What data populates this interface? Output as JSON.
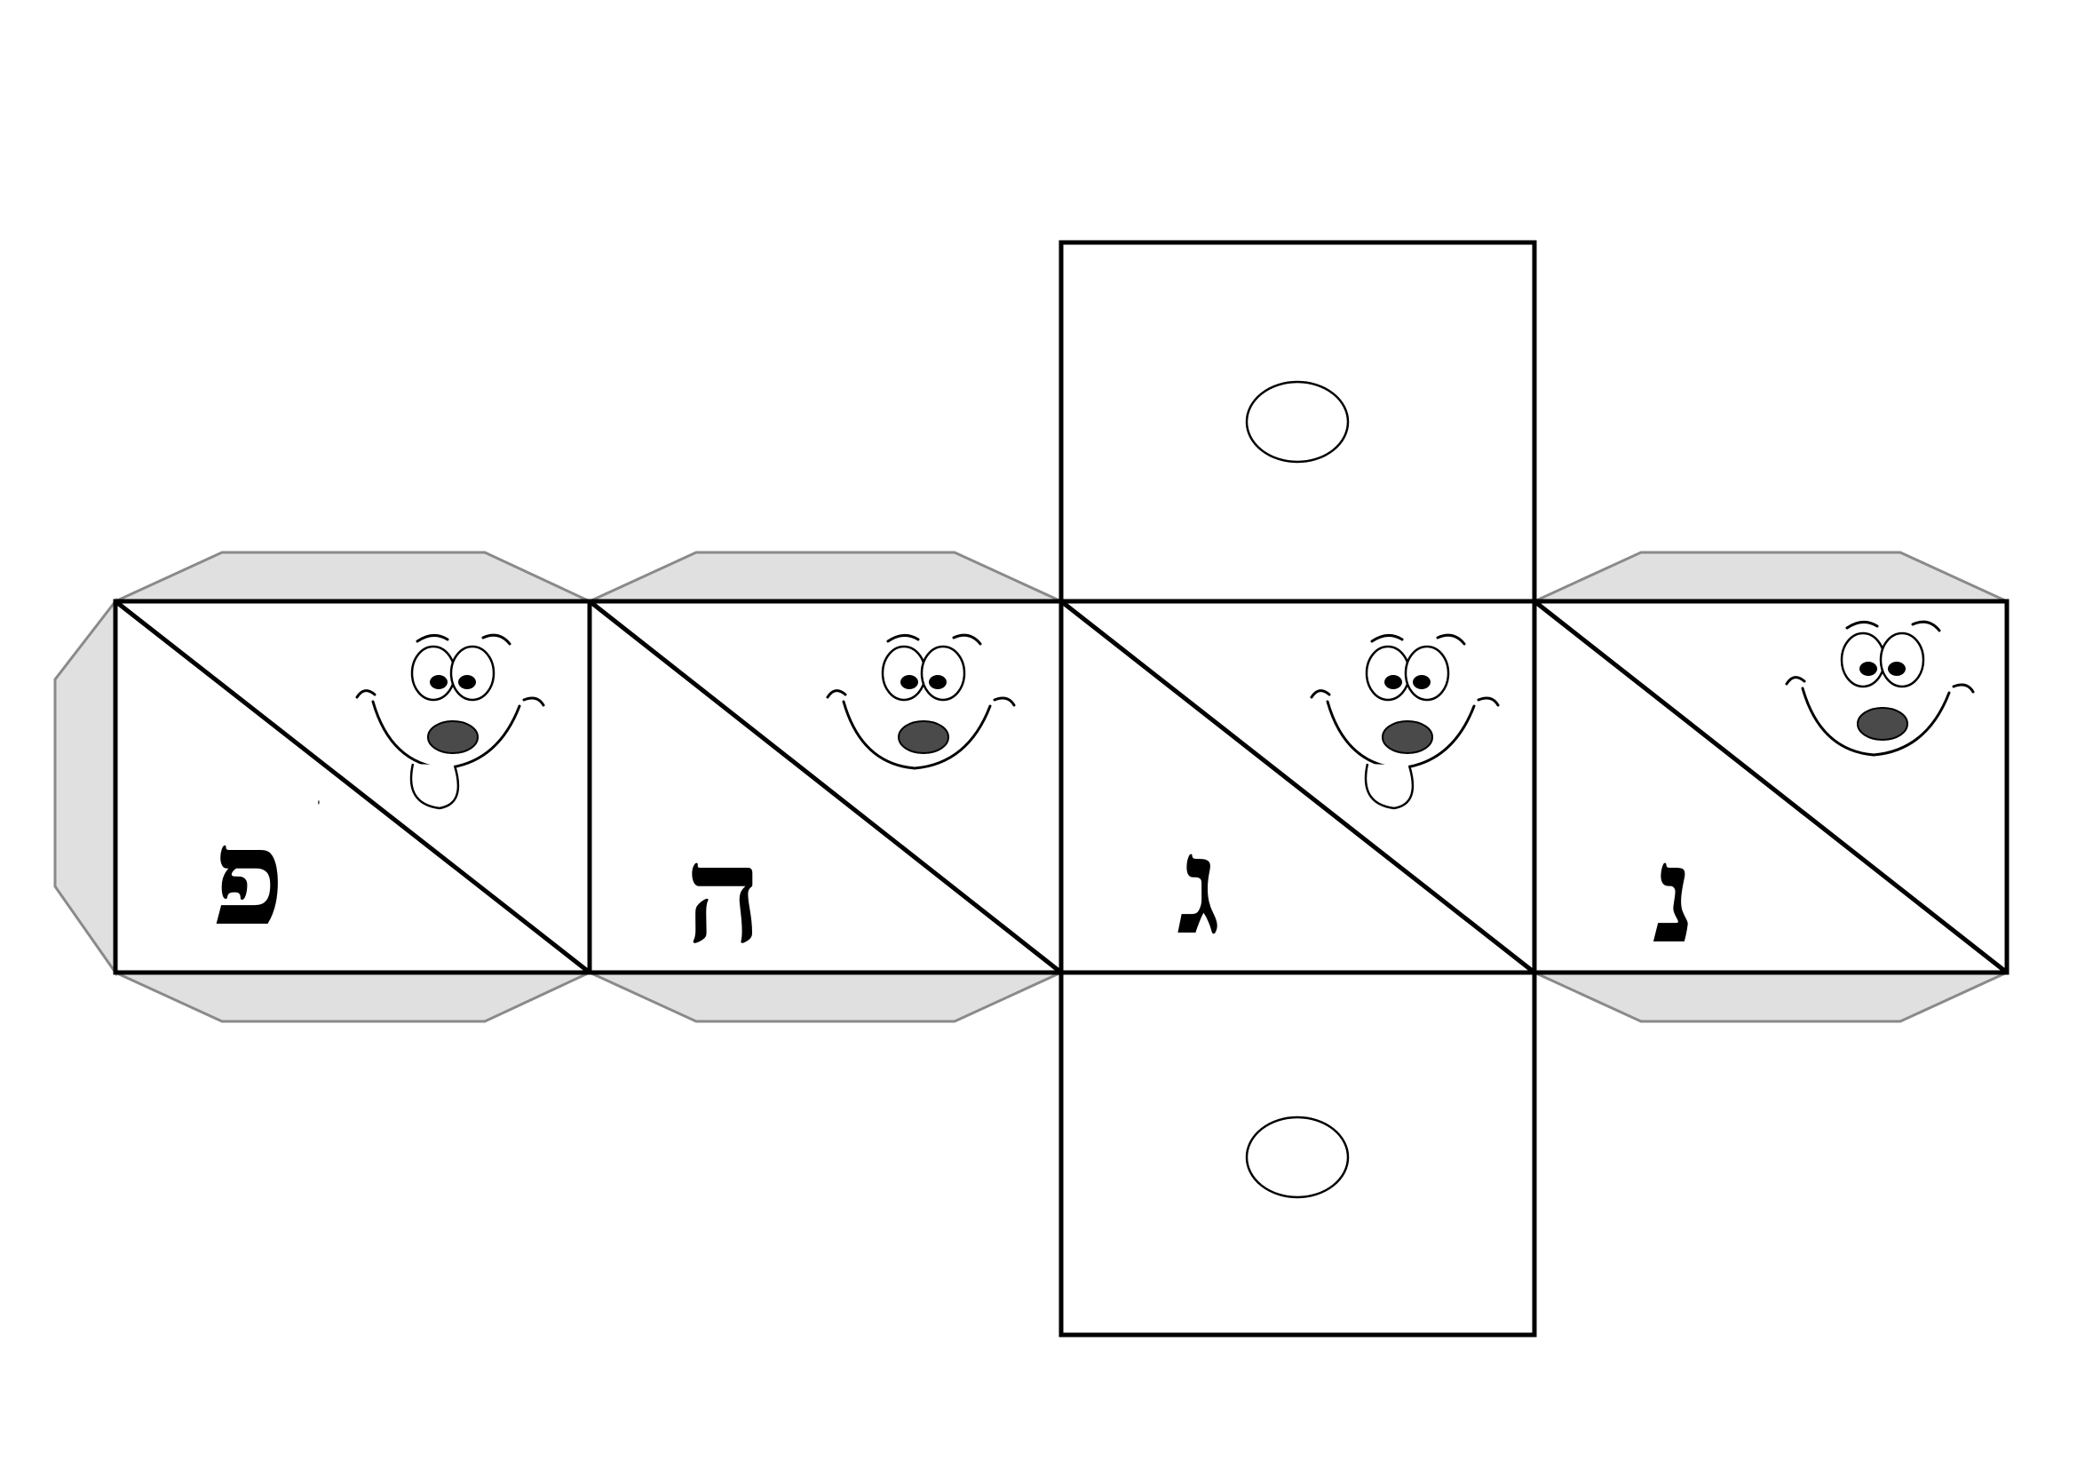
{
  "die": {
    "faces": [
      {
        "letter": "פ",
        "icon": "smiley-tongue-icon"
      },
      {
        "letter": "ה",
        "icon": "smiley-icon"
      },
      {
        "letter": "ג",
        "icon": "smiley-tongue-icon"
      },
      {
        "letter": "נ",
        "icon": "smiley-icon"
      }
    ],
    "top_face": {
      "icon": "circle-icon"
    },
    "bottom_face": {
      "icon": "circle-icon"
    }
  },
  "colors": {
    "line": "#000000",
    "flap": "#e0e0e0",
    "flap_edge": "#8a8a8a",
    "nose": "#4a4a4a"
  }
}
